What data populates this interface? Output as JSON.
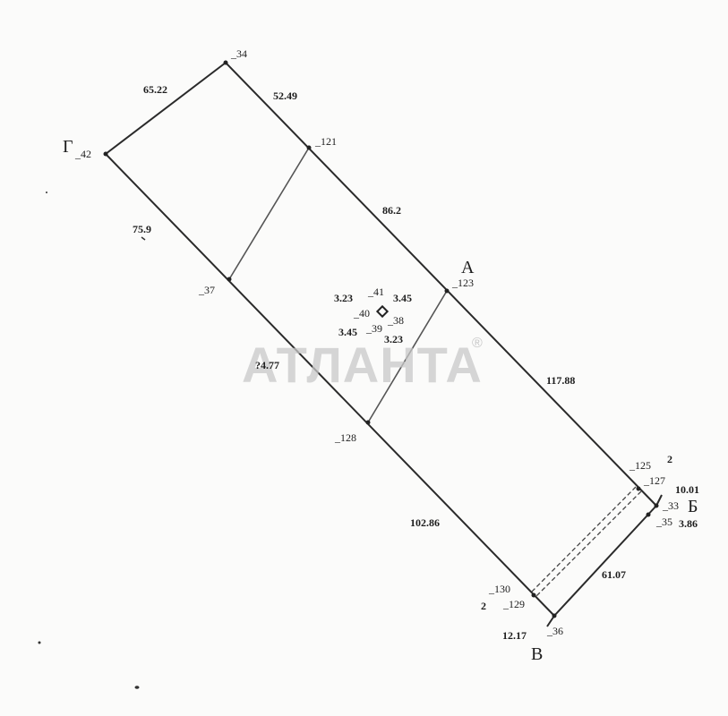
{
  "diagram": {
    "type": "land-plot-survey-scheme",
    "corners": {
      "G": {
        "letter": "Г",
        "point": "_42"
      },
      "A": {
        "letter": "А",
        "point": "_123"
      },
      "B": {
        "letter": "Б",
        "point": "_33"
      },
      "V": {
        "letter": "В",
        "point": "_36"
      }
    },
    "points": {
      "p34": "_34",
      "p42": "_42",
      "p121": "_121",
      "p37": "_37",
      "p123": "_123",
      "p128": "_128",
      "p125": "_125",
      "p127": "_127",
      "p33": "_33",
      "p35": "_35",
      "p130": "_130",
      "p129": "_129",
      "p36": "_36",
      "p41": "_41",
      "p40": "_40",
      "p39": "_39",
      "p38": "_38"
    },
    "dimensions": {
      "d42_34": "65.22",
      "d34_121": "52.49",
      "d121_123": "86.2",
      "d42_37": "75.9",
      "d37_128": "?4.77",
      "d123_125": "117.88",
      "d128_129": "102.86",
      "d127_33": "10.01",
      "d33_35": "3.86",
      "d35_36": "61.07",
      "d129_36": "12.17",
      "sq_top_left": "3.23",
      "sq_top_right": "3.45",
      "sq_bottom_left": "3.45",
      "sq_bottom_right": "3.23"
    },
    "parcel_numbers": {
      "top_right": "2",
      "bottom_left": "2"
    },
    "watermark": {
      "text": "АТЛАНТА",
      "mark": "®"
    }
  }
}
